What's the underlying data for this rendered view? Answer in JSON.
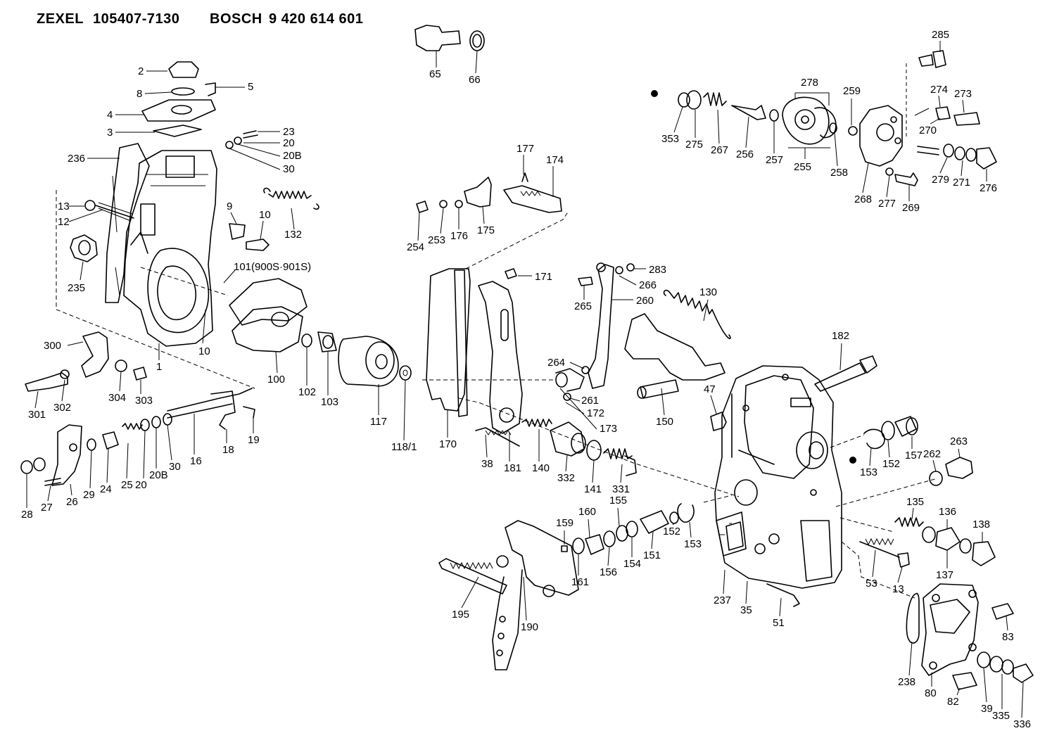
{
  "header": {
    "brand1": "ZEXEL",
    "part1": "105407-7130",
    "brand2": "BOSCH",
    "part2": "9 420 614 601"
  },
  "callouts": [
    {
      "key": "c2",
      "text": "2"
    },
    {
      "key": "c8",
      "text": "8"
    },
    {
      "key": "c5",
      "text": "5"
    },
    {
      "key": "c4",
      "text": "4"
    },
    {
      "key": "c3",
      "text": "3"
    },
    {
      "key": "c23",
      "text": "23"
    },
    {
      "key": "c20a",
      "text": "20"
    },
    {
      "key": "c20b",
      "text": "20B"
    },
    {
      "key": "c30a",
      "text": "30"
    },
    {
      "key": "c236",
      "text": "236"
    },
    {
      "key": "c13a",
      "text": "13"
    },
    {
      "key": "c12",
      "text": "12"
    },
    {
      "key": "c9",
      "text": "9"
    },
    {
      "key": "c10a",
      "text": "10"
    },
    {
      "key": "c132",
      "text": "132"
    },
    {
      "key": "c235",
      "text": "235"
    },
    {
      "key": "c101",
      "text": "101(900S·901S)"
    },
    {
      "key": "c10b",
      "text": "10"
    },
    {
      "key": "c1",
      "text": "1"
    },
    {
      "key": "c300",
      "text": "300"
    },
    {
      "key": "c301",
      "text": "301"
    },
    {
      "key": "c302",
      "text": "302"
    },
    {
      "key": "c304",
      "text": "304"
    },
    {
      "key": "c303",
      "text": "303"
    },
    {
      "key": "c100",
      "text": "100"
    },
    {
      "key": "c102",
      "text": "102"
    },
    {
      "key": "c103",
      "text": "103"
    },
    {
      "key": "c117",
      "text": "117"
    },
    {
      "key": "c118",
      "text": "118/1"
    },
    {
      "key": "c19",
      "text": "19"
    },
    {
      "key": "c18",
      "text": "18"
    },
    {
      "key": "c16",
      "text": "16"
    },
    {
      "key": "c30b",
      "text": "30"
    },
    {
      "key": "c20B2",
      "text": "20B"
    },
    {
      "key": "c25",
      "text": "25"
    },
    {
      "key": "c20c",
      "text": "20"
    },
    {
      "key": "c24",
      "text": "24"
    },
    {
      "key": "c29",
      "text": "29"
    },
    {
      "key": "c26",
      "text": "26"
    },
    {
      "key": "c27",
      "text": "27"
    },
    {
      "key": "c28",
      "text": "28"
    },
    {
      "key": "c65",
      "text": "65"
    },
    {
      "key": "c66",
      "text": "66"
    },
    {
      "key": "c177",
      "text": "177"
    },
    {
      "key": "c174",
      "text": "174"
    },
    {
      "key": "c254",
      "text": "254"
    },
    {
      "key": "c253",
      "text": "253"
    },
    {
      "key": "c176",
      "text": "176"
    },
    {
      "key": "c175",
      "text": "175"
    },
    {
      "key": "c171",
      "text": "171"
    },
    {
      "key": "c170",
      "text": "170"
    },
    {
      "key": "c38",
      "text": "38"
    },
    {
      "key": "c181",
      "text": "181"
    },
    {
      "key": "c140",
      "text": "140"
    },
    {
      "key": "c332",
      "text": "332"
    },
    {
      "key": "c141",
      "text": "141"
    },
    {
      "key": "c331",
      "text": "331"
    },
    {
      "key": "c264",
      "text": "264"
    },
    {
      "key": "c261",
      "text": "261"
    },
    {
      "key": "c172",
      "text": "172"
    },
    {
      "key": "c173",
      "text": "173"
    },
    {
      "key": "c265",
      "text": "265"
    },
    {
      "key": "c266",
      "text": "266"
    },
    {
      "key": "c283",
      "text": "283"
    },
    {
      "key": "c260",
      "text": "260"
    },
    {
      "key": "c130",
      "text": "130"
    },
    {
      "key": "c150",
      "text": "150"
    },
    {
      "key": "c47",
      "text": "47"
    },
    {
      "key": "c182",
      "text": "182"
    },
    {
      "key": "c159",
      "text": "159"
    },
    {
      "key": "c160",
      "text": "160"
    },
    {
      "key": "c155",
      "text": "155"
    },
    {
      "key": "c161",
      "text": "161"
    },
    {
      "key": "c156",
      "text": "156"
    },
    {
      "key": "c154",
      "text": "154"
    },
    {
      "key": "c151",
      "text": "151"
    },
    {
      "key": "c152a",
      "text": "152"
    },
    {
      "key": "c153a",
      "text": "153"
    },
    {
      "key": "c195",
      "text": "195"
    },
    {
      "key": "c190",
      "text": "190"
    },
    {
      "key": "c237",
      "text": "237"
    },
    {
      "key": "c35",
      "text": "35"
    },
    {
      "key": "c51",
      "text": "51"
    },
    {
      "key": "c53",
      "text": "53"
    },
    {
      "key": "c13b",
      "text": "13"
    },
    {
      "key": "c153b",
      "text": "153"
    },
    {
      "key": "c152b",
      "text": "152"
    },
    {
      "key": "c157",
      "text": "157"
    },
    {
      "key": "c262",
      "text": "262"
    },
    {
      "key": "c263",
      "text": "263"
    },
    {
      "key": "c135",
      "text": "135"
    },
    {
      "key": "c136",
      "text": "136"
    },
    {
      "key": "c138",
      "text": "138"
    },
    {
      "key": "c137",
      "text": "137"
    },
    {
      "key": "c83",
      "text": "83"
    },
    {
      "key": "c238",
      "text": "238"
    },
    {
      "key": "c80",
      "text": "80"
    },
    {
      "key": "c82",
      "text": "82"
    },
    {
      "key": "c39",
      "text": "39"
    },
    {
      "key": "c335",
      "text": "335"
    },
    {
      "key": "c336",
      "text": "336"
    },
    {
      "key": "c285",
      "text": "285"
    },
    {
      "key": "c278",
      "text": "278"
    },
    {
      "key": "c259",
      "text": "259"
    },
    {
      "key": "c274",
      "text": "274"
    },
    {
      "key": "c273",
      "text": "273"
    },
    {
      "key": "c270",
      "text": "270"
    },
    {
      "key": "c353",
      "text": "353"
    },
    {
      "key": "c275",
      "text": "275"
    },
    {
      "key": "c267",
      "text": "267"
    },
    {
      "key": "c256",
      "text": "256"
    },
    {
      "key": "c257",
      "text": "257"
    },
    {
      "key": "c255",
      "text": "255"
    },
    {
      "key": "c258",
      "text": "258"
    },
    {
      "key": "c268",
      "text": "268"
    },
    {
      "key": "c277",
      "text": "277"
    },
    {
      "key": "c269",
      "text": "269"
    },
    {
      "key": "c279",
      "text": "279"
    },
    {
      "key": "c271",
      "text": "271"
    },
    {
      "key": "c276",
      "text": "276"
    }
  ]
}
